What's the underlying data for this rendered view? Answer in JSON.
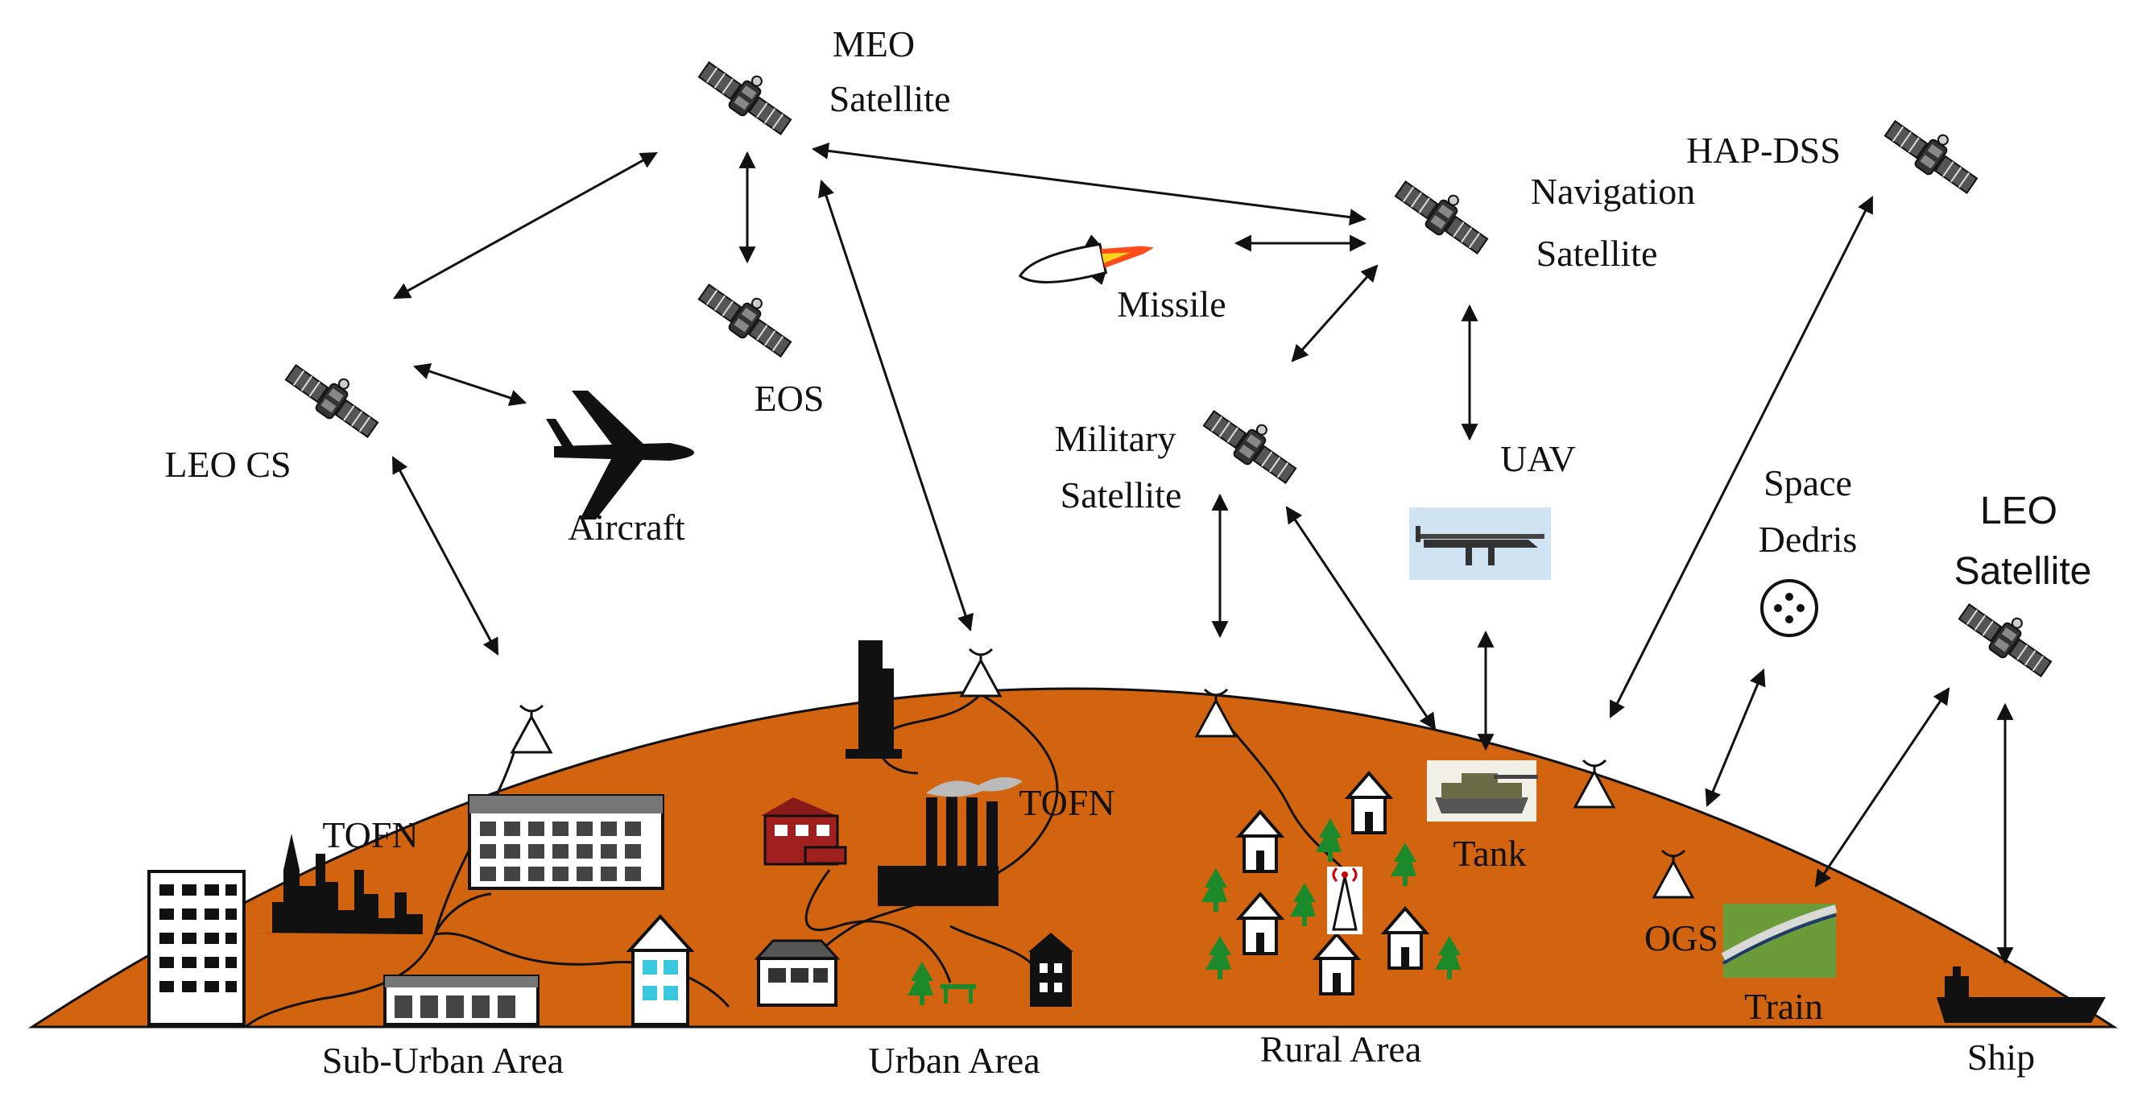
{
  "labels": {
    "meo_line1": "MEO",
    "meo_line2": "Satellite",
    "hap_dss": "HAP-DSS",
    "nav_line1": "Navigation",
    "nav_line2": "Satellite",
    "missile": "Missile",
    "eos": "EOS",
    "leo_cs": "LEO CS",
    "aircraft": "Aircraft",
    "military_line1": "Military",
    "military_line2": "Satellite",
    "uav": "UAV",
    "space_line1": "Space",
    "space_line2": "Dedris",
    "leo_sat_line1": "LEO",
    "leo_sat_line2": "Satellite",
    "tofn_left": "TOFN",
    "tofn_right": "TOFN",
    "tank": "Tank",
    "ogs": "OGS",
    "train": "Train",
    "suburban": "Sub-Urban Area",
    "urban": "Urban Area",
    "rural": "Rural Area",
    "ship": "Ship"
  },
  "colors": {
    "earth": "#d2640f",
    "ink": "#111111",
    "flame": "#ff4a1a",
    "foliage": "#1c8a2a"
  },
  "icons": [
    "satellite-icon",
    "aircraft-icon",
    "missile-icon",
    "uav-icon",
    "tank-icon",
    "train-icon",
    "ship-icon",
    "ground-station-icon",
    "building-icon",
    "house-icon",
    "tree-icon",
    "factory-icon",
    "cell-tower-icon",
    "space-debris-icon"
  ]
}
